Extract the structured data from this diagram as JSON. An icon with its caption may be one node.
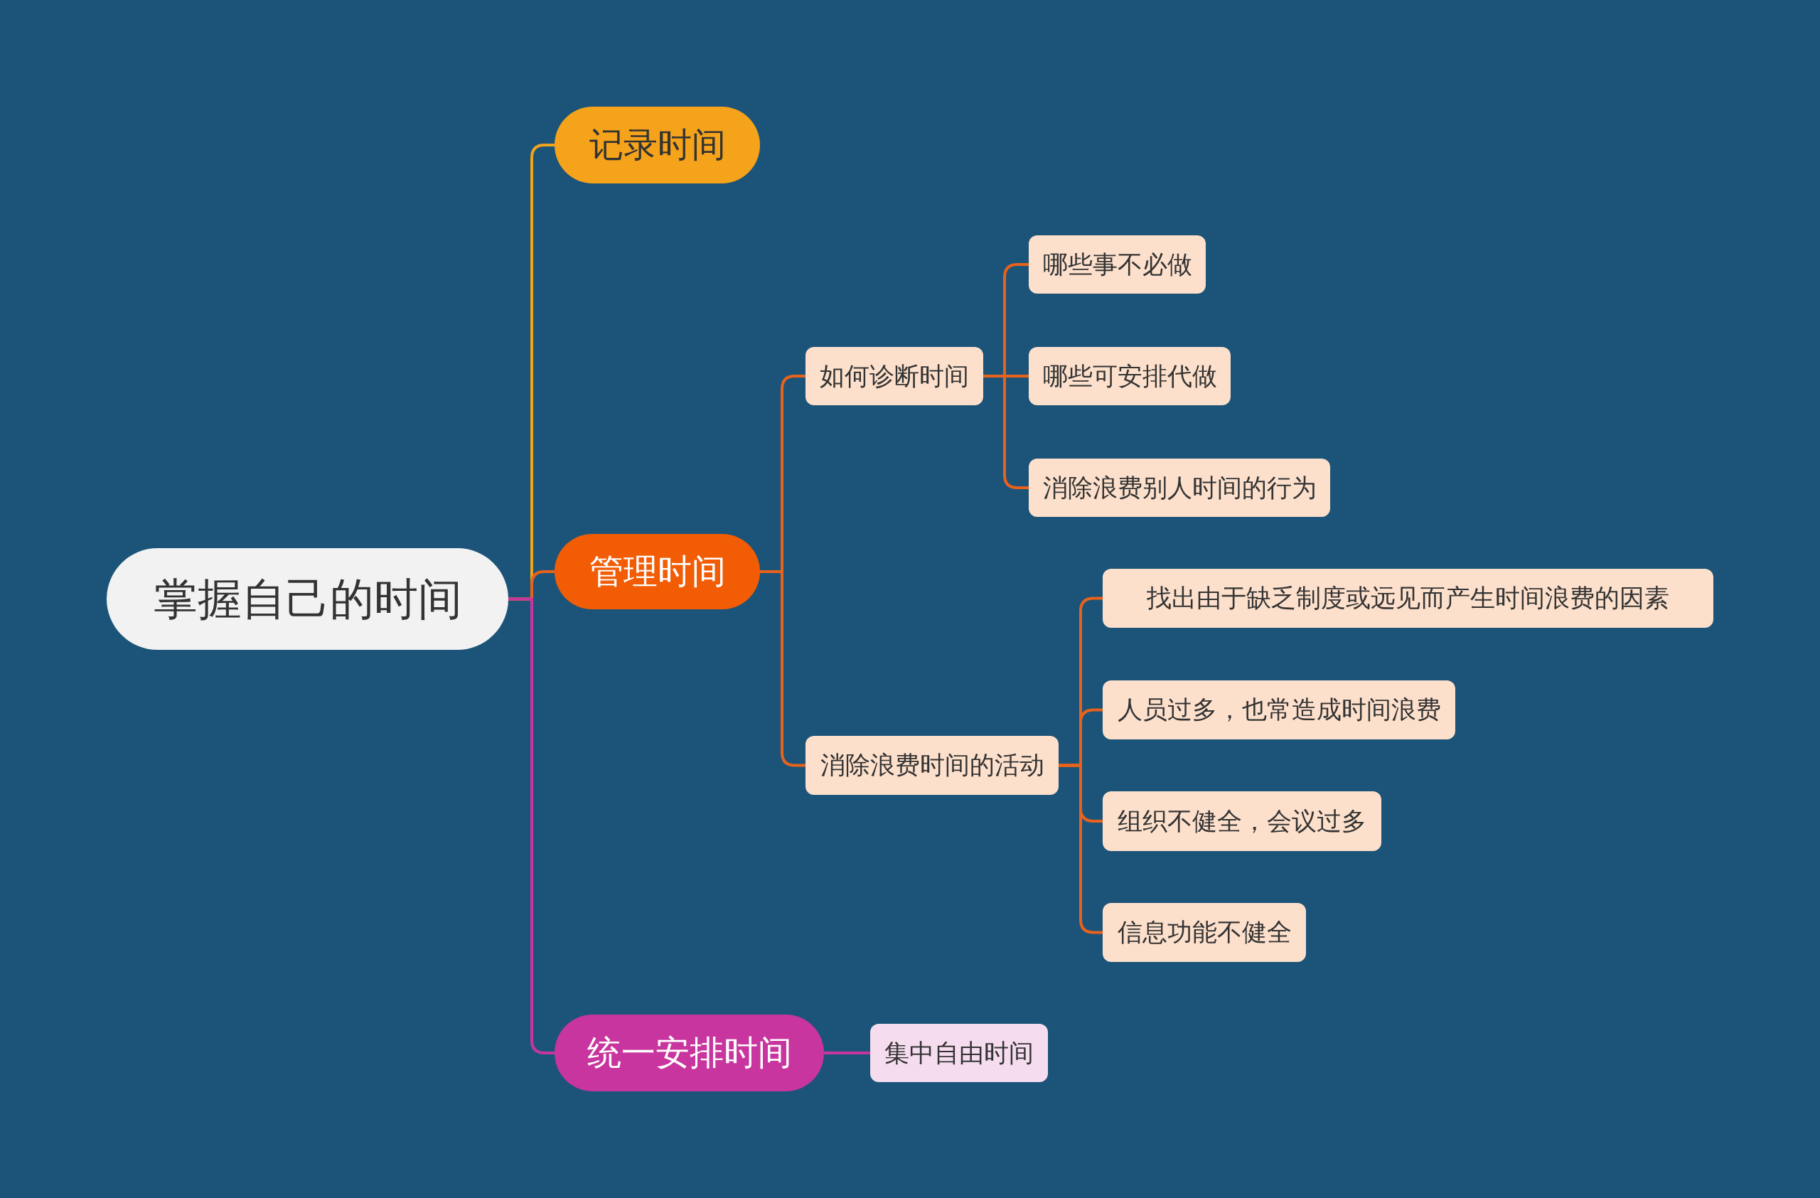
{
  "diagram": {
    "nodes": [
      {
        "text": [
          "掌握自己的时间"
        ]
      },
      {
        "text": [
          "记录时间"
        ]
      },
      {
        "text": [
          "管理时间"
        ]
      },
      {
        "text": [
          "如何诊断时间"
        ]
      },
      {
        "text": [
          "哪些事不必做"
        ]
      },
      {
        "text": [
          "哪些可安排代做"
        ]
      },
      {
        "text": [
          "消除浪费别人时间的行为"
        ]
      },
      {
        "text": [
          "消除浪费时间的活动"
        ]
      },
      {
        "text": [
          "找出由于缺乏制度或远见而产生时间浪费的因素"
        ]
      },
      {
        "text": [
          "人员过多，也常造成时间浪费"
        ]
      },
      {
        "text": [
          "组织不健全，会议过多"
        ]
      },
      {
        "text": [
          "信息功能不健全"
        ]
      },
      {
        "text": [
          "统一安排时间"
        ]
      },
      {
        "text": [
          "集中自由时间"
        ]
      }
    ],
    "edges": [
      {
        "from": 0,
        "to": 1,
        "arrow": "none",
        "color": "#f0a31c"
      },
      {
        "from": 0,
        "to": 2,
        "arrow": "none"
      },
      {
        "from": 0,
        "to": 12,
        "arrow": "none",
        "color": "#c8359e"
      },
      {
        "from": 2,
        "to": 3,
        "arrow": "none"
      },
      {
        "from": 2,
        "to": 7,
        "arrow": "none"
      },
      {
        "from": 3,
        "to": 4,
        "arrow": "none"
      },
      {
        "from": 3,
        "to": 5,
        "arrow": "none"
      },
      {
        "from": 3,
        "to": 6,
        "arrow": "none"
      },
      {
        "from": 7,
        "to": 8,
        "arrow": "none"
      },
      {
        "from": 7,
        "to": 9,
        "arrow": "none"
      },
      {
        "from": 7,
        "to": 10,
        "arrow": "none"
      },
      {
        "from": 7,
        "to": 11,
        "arrow": "none"
      },
      {
        "from": 12,
        "to": 13,
        "arrow": "none",
        "color": "#c8359e"
      }
    ]
  }
}
